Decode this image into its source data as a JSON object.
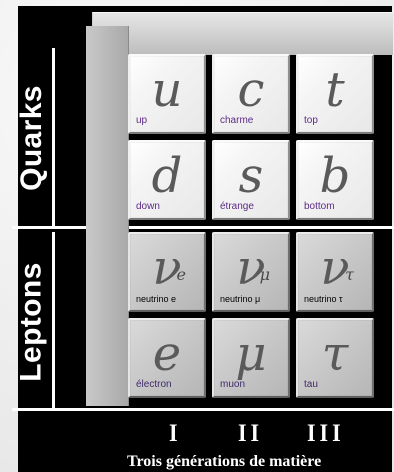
{
  "labels": {
    "quarks": "Quarks",
    "leptons": "Leptons",
    "generations": [
      "I",
      "II",
      "III"
    ],
    "caption": "Trois générations de matière"
  },
  "particles": {
    "quarks": {
      "gen1": [
        {
          "symbol": "u",
          "name": "up"
        },
        {
          "symbol": "d",
          "name": "down"
        }
      ],
      "gen2": [
        {
          "symbol": "c",
          "name": "charme"
        },
        {
          "symbol": "s",
          "name": "étrange"
        }
      ],
      "gen3": [
        {
          "symbol": "t",
          "name": "top"
        },
        {
          "symbol": "b",
          "name": "bottom"
        }
      ]
    },
    "leptons": {
      "gen1": [
        {
          "symbol": "ν",
          "subscript": "e",
          "name": "neutrino e"
        },
        {
          "symbol": "e",
          "name": "électron"
        }
      ],
      "gen2": [
        {
          "symbol": "ν",
          "subscript": "μ",
          "name": "neutrino μ"
        },
        {
          "symbol": "μ",
          "name": "muon"
        }
      ],
      "gen3": [
        {
          "symbol": "ν",
          "subscript": "τ",
          "name": "neutrino τ"
        },
        {
          "symbol": "τ",
          "name": "tau"
        }
      ]
    }
  },
  "colors": {
    "background": "#000000",
    "quark_face": "#f4f4f4",
    "lepton_face": "#c9c9c9",
    "name_purple": "#5b2b85",
    "symbol_gray": "#5a5a5a"
  }
}
